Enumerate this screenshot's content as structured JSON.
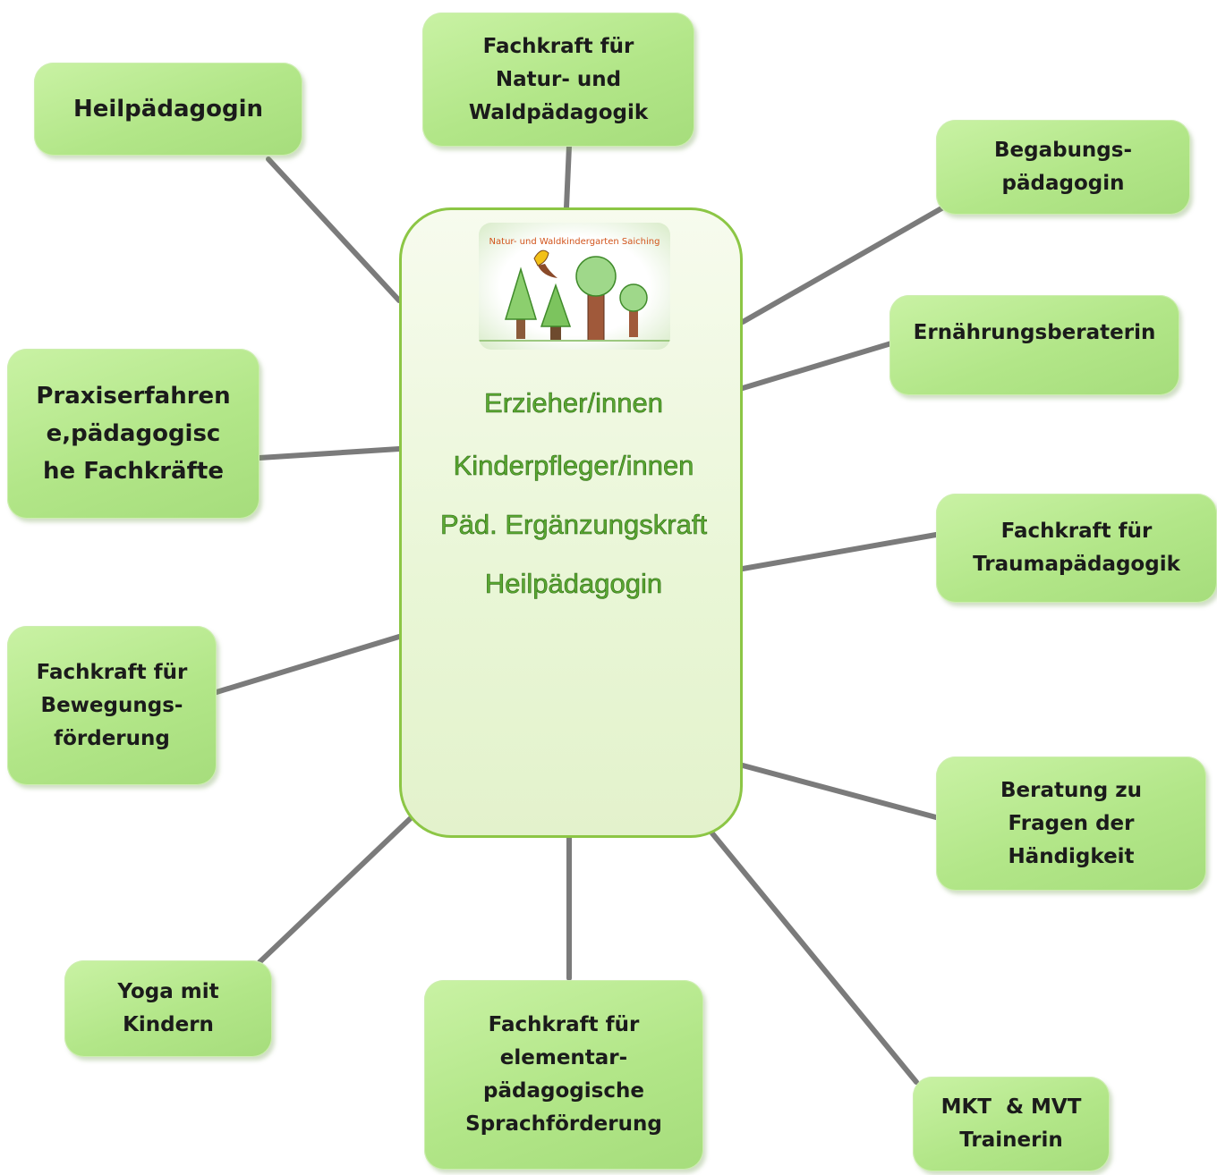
{
  "center": {
    "logo_text": "Natur- und Waldkindergarten Saiching",
    "lines": [
      "Erzieher/innen",
      "Kinderpfleger/innen",
      "Päd. Ergänzungskraft",
      "Heilpädagogin"
    ]
  },
  "boxes": {
    "heilpaedagogin": "Heilpädagogin",
    "natur_wald": [
      "Fachkraft für",
      "Natur- und",
      "Waldpädagogik"
    ],
    "begabung": [
      "Begabungs-",
      "pädagogin"
    ],
    "ernaehrung": "Ernährungsberaterin",
    "praxis": [
      "Praxiserfahren",
      "e,pädagogisc",
      "he Fachkräfte"
    ],
    "trauma": [
      "Fachkraft für",
      "Traumapädagogik"
    ],
    "bewegung": [
      "Fachkraft für",
      "Bewegungs-",
      "förderung"
    ],
    "haendigkeit": [
      "Beratung zu",
      "Fragen der",
      "Händigkeit"
    ],
    "yoga": [
      "Yoga mit",
      "Kindern"
    ],
    "sprache": [
      "Fachkraft für",
      "elementar-",
      "pädagogische",
      "Sprachförderung"
    ],
    "mkt": [
      "MKT  & MVT",
      "Trainerin"
    ]
  },
  "colors": {
    "box_fill": "#b2e688",
    "center_border": "#8cc645",
    "center_text": "#5aa832",
    "connector": "#7a7a7a"
  }
}
